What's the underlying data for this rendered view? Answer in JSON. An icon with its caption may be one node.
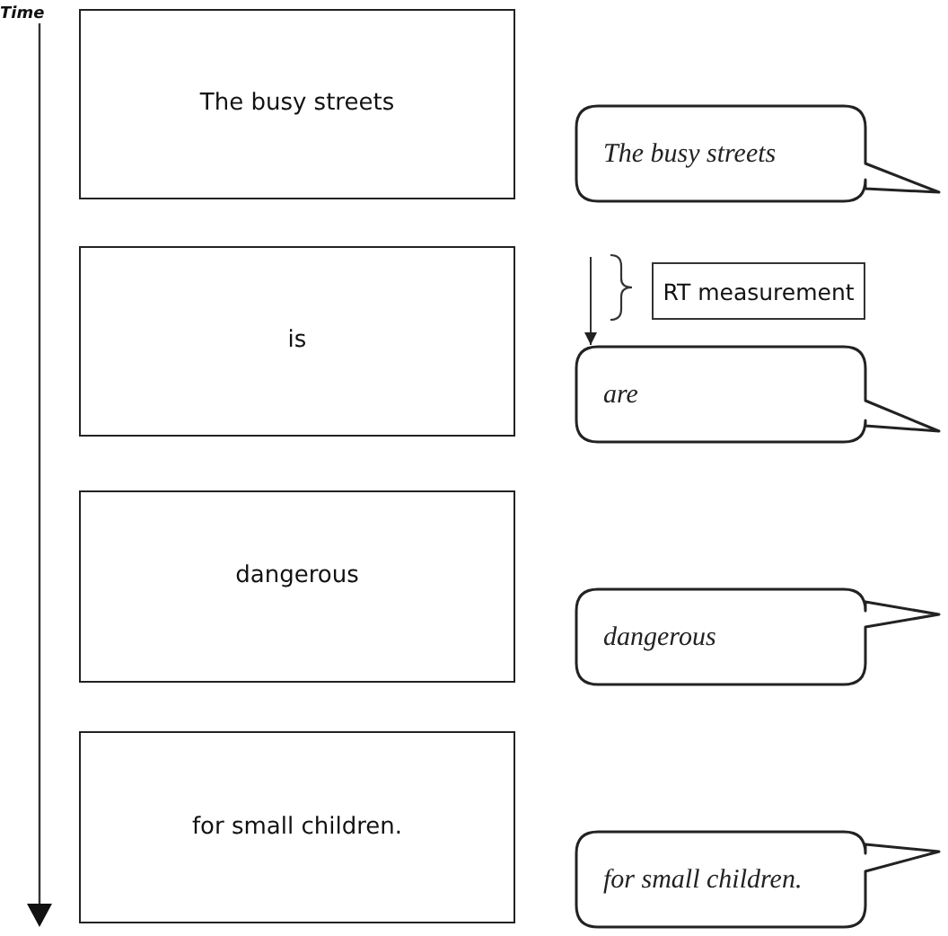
{
  "diagram": {
    "nodes": [
      {
        "text": [
          "The busy streets"
        ]
      },
      {
        "text": [
          "The busy streets"
        ]
      },
      {
        "text": [
          "RT measurement"
        ]
      },
      {
        "text": [
          "is"
        ]
      },
      {
        "text": [
          "are"
        ]
      },
      {
        "text": [
          "dangerous"
        ]
      },
      {
        "text": [
          "dangerous"
        ]
      },
      {
        "text": [
          "for small children."
        ]
      },
      {
        "text": [
          "for small children."
        ]
      }
    ],
    "edges": [
      {
        "from": null,
        "to": 4,
        "arrow": "to"
      }
    ],
    "labels": [
      "Time"
    ]
  }
}
